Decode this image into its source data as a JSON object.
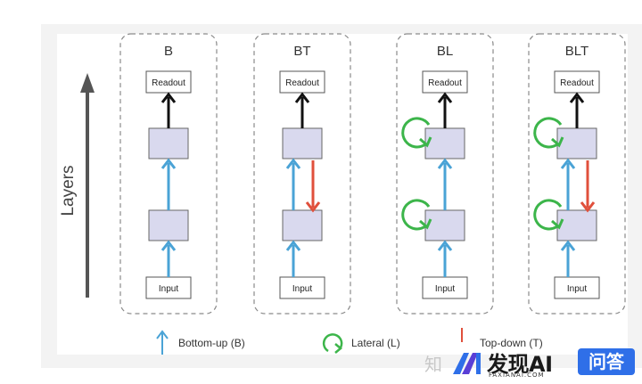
{
  "axis": {
    "label": "Layers"
  },
  "models": [
    {
      "title": "B"
    },
    {
      "title": "BT"
    },
    {
      "title": "BL"
    },
    {
      "title": "BLT"
    }
  ],
  "boxes": {
    "readout": "Readout",
    "input": "Input"
  },
  "legend": {
    "bottom_up": "Bottom-up (B)",
    "lateral": "Lateral (L)",
    "top_down": "Top-down (T)"
  },
  "colors": {
    "bottom_up": "#4aa3d6",
    "lateral": "#3cb54a",
    "top_down": "#e0503c",
    "readout_arrow": "#111111",
    "layer_fill": "#d9d9ee",
    "axis_arrow": "#555555"
  },
  "watermark": {
    "zhi": "知",
    "brand": "发现AI",
    "site": "FAXIANAI.COM",
    "button": "问答"
  }
}
